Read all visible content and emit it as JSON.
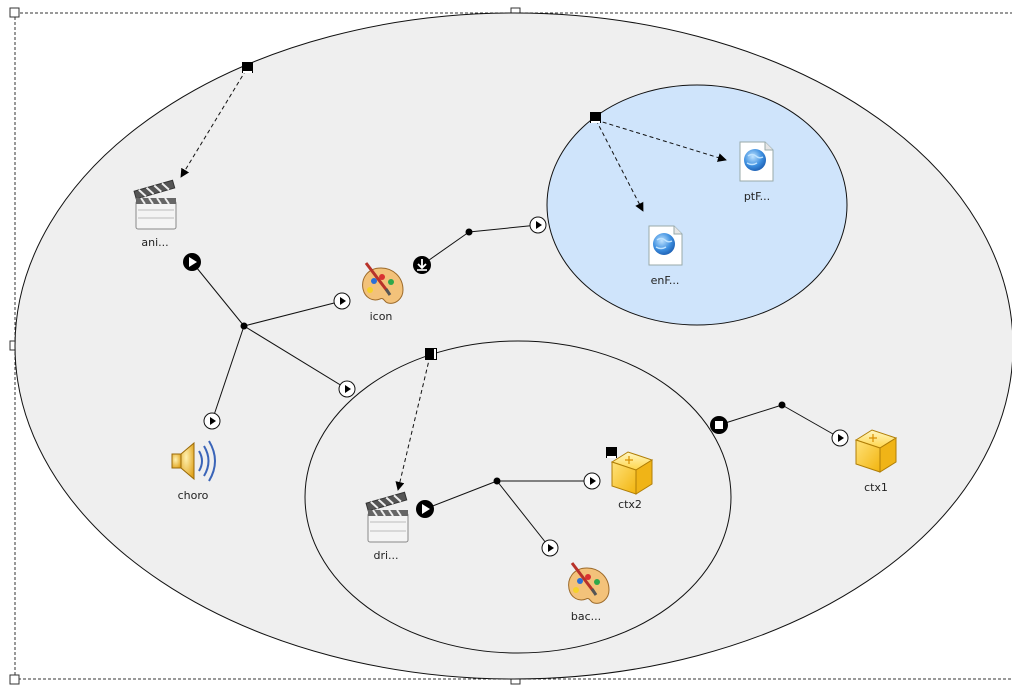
{
  "canvas": {
    "background": "#ffffff",
    "outer_scope_fill": "#efefef",
    "selected_scope_fill": "#cfe4fb"
  },
  "nodes": {
    "ani": {
      "label": "ani...",
      "icon": "clapperboard-icon"
    },
    "icon": {
      "label": "icon",
      "icon": "paint-palette-icon"
    },
    "choro": {
      "label": "choro",
      "icon": "speaker-icon"
    },
    "enf": {
      "label": "enF...",
      "icon": "globe-document-icon"
    },
    "ptf": {
      "label": "ptF...",
      "icon": "globe-document-icon"
    },
    "dri": {
      "label": "dri...",
      "icon": "clapperboard-icon"
    },
    "ctx2": {
      "label": "ctx2",
      "icon": "yellow-box-icon"
    },
    "bac": {
      "label": "bac...",
      "icon": "paint-palette-icon"
    },
    "ctx1": {
      "label": "ctx1",
      "icon": "yellow-box-icon"
    }
  }
}
